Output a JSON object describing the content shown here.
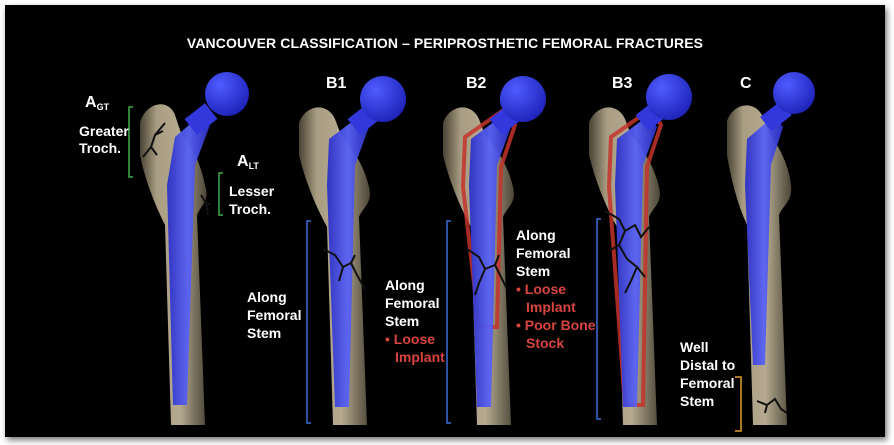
{
  "title": "VANCOUVER CLASSIFICATION – PERIPROSTHETIC FEMORAL FRACTURES",
  "column_headers": [
    "B1",
    "B2",
    "B3",
    "C"
  ],
  "a": {
    "gt_letter": "A",
    "gt_sub": "GT",
    "gt_line1": "Greater",
    "gt_line2": "Troch.",
    "lt_letter": "A",
    "lt_sub": "LT",
    "lt_line1": "Lesser",
    "lt_line2": "Troch."
  },
  "b1": {
    "line1": "Along",
    "line2": "Femoral",
    "line3": "Stem"
  },
  "b2": {
    "line1": "Along",
    "line2": "Femoral",
    "line3": "Stem",
    "bullet1a": "• Loose",
    "bullet1b": "Implant"
  },
  "b3": {
    "line1": "Along",
    "line2": "Femoral",
    "line3": "Stem",
    "bullet1a": "• Loose",
    "bullet1b": "Implant",
    "bullet2a": "• Poor Bone",
    "bullet2b": "Stock"
  },
  "c": {
    "line1": "Well",
    "line2": "Distal to",
    "line3": "Femoral",
    "line4": "Stem"
  },
  "colors": {
    "bone": "#9c9077",
    "implant": "#3a3df0",
    "head": "#2d37e6",
    "loosening": "#c4322c",
    "bracket_green": "#3fae4a",
    "bracket_blue": "#3b6fd8",
    "bracket_orange": "#e0a030",
    "bullet_red": "#d8453f"
  }
}
